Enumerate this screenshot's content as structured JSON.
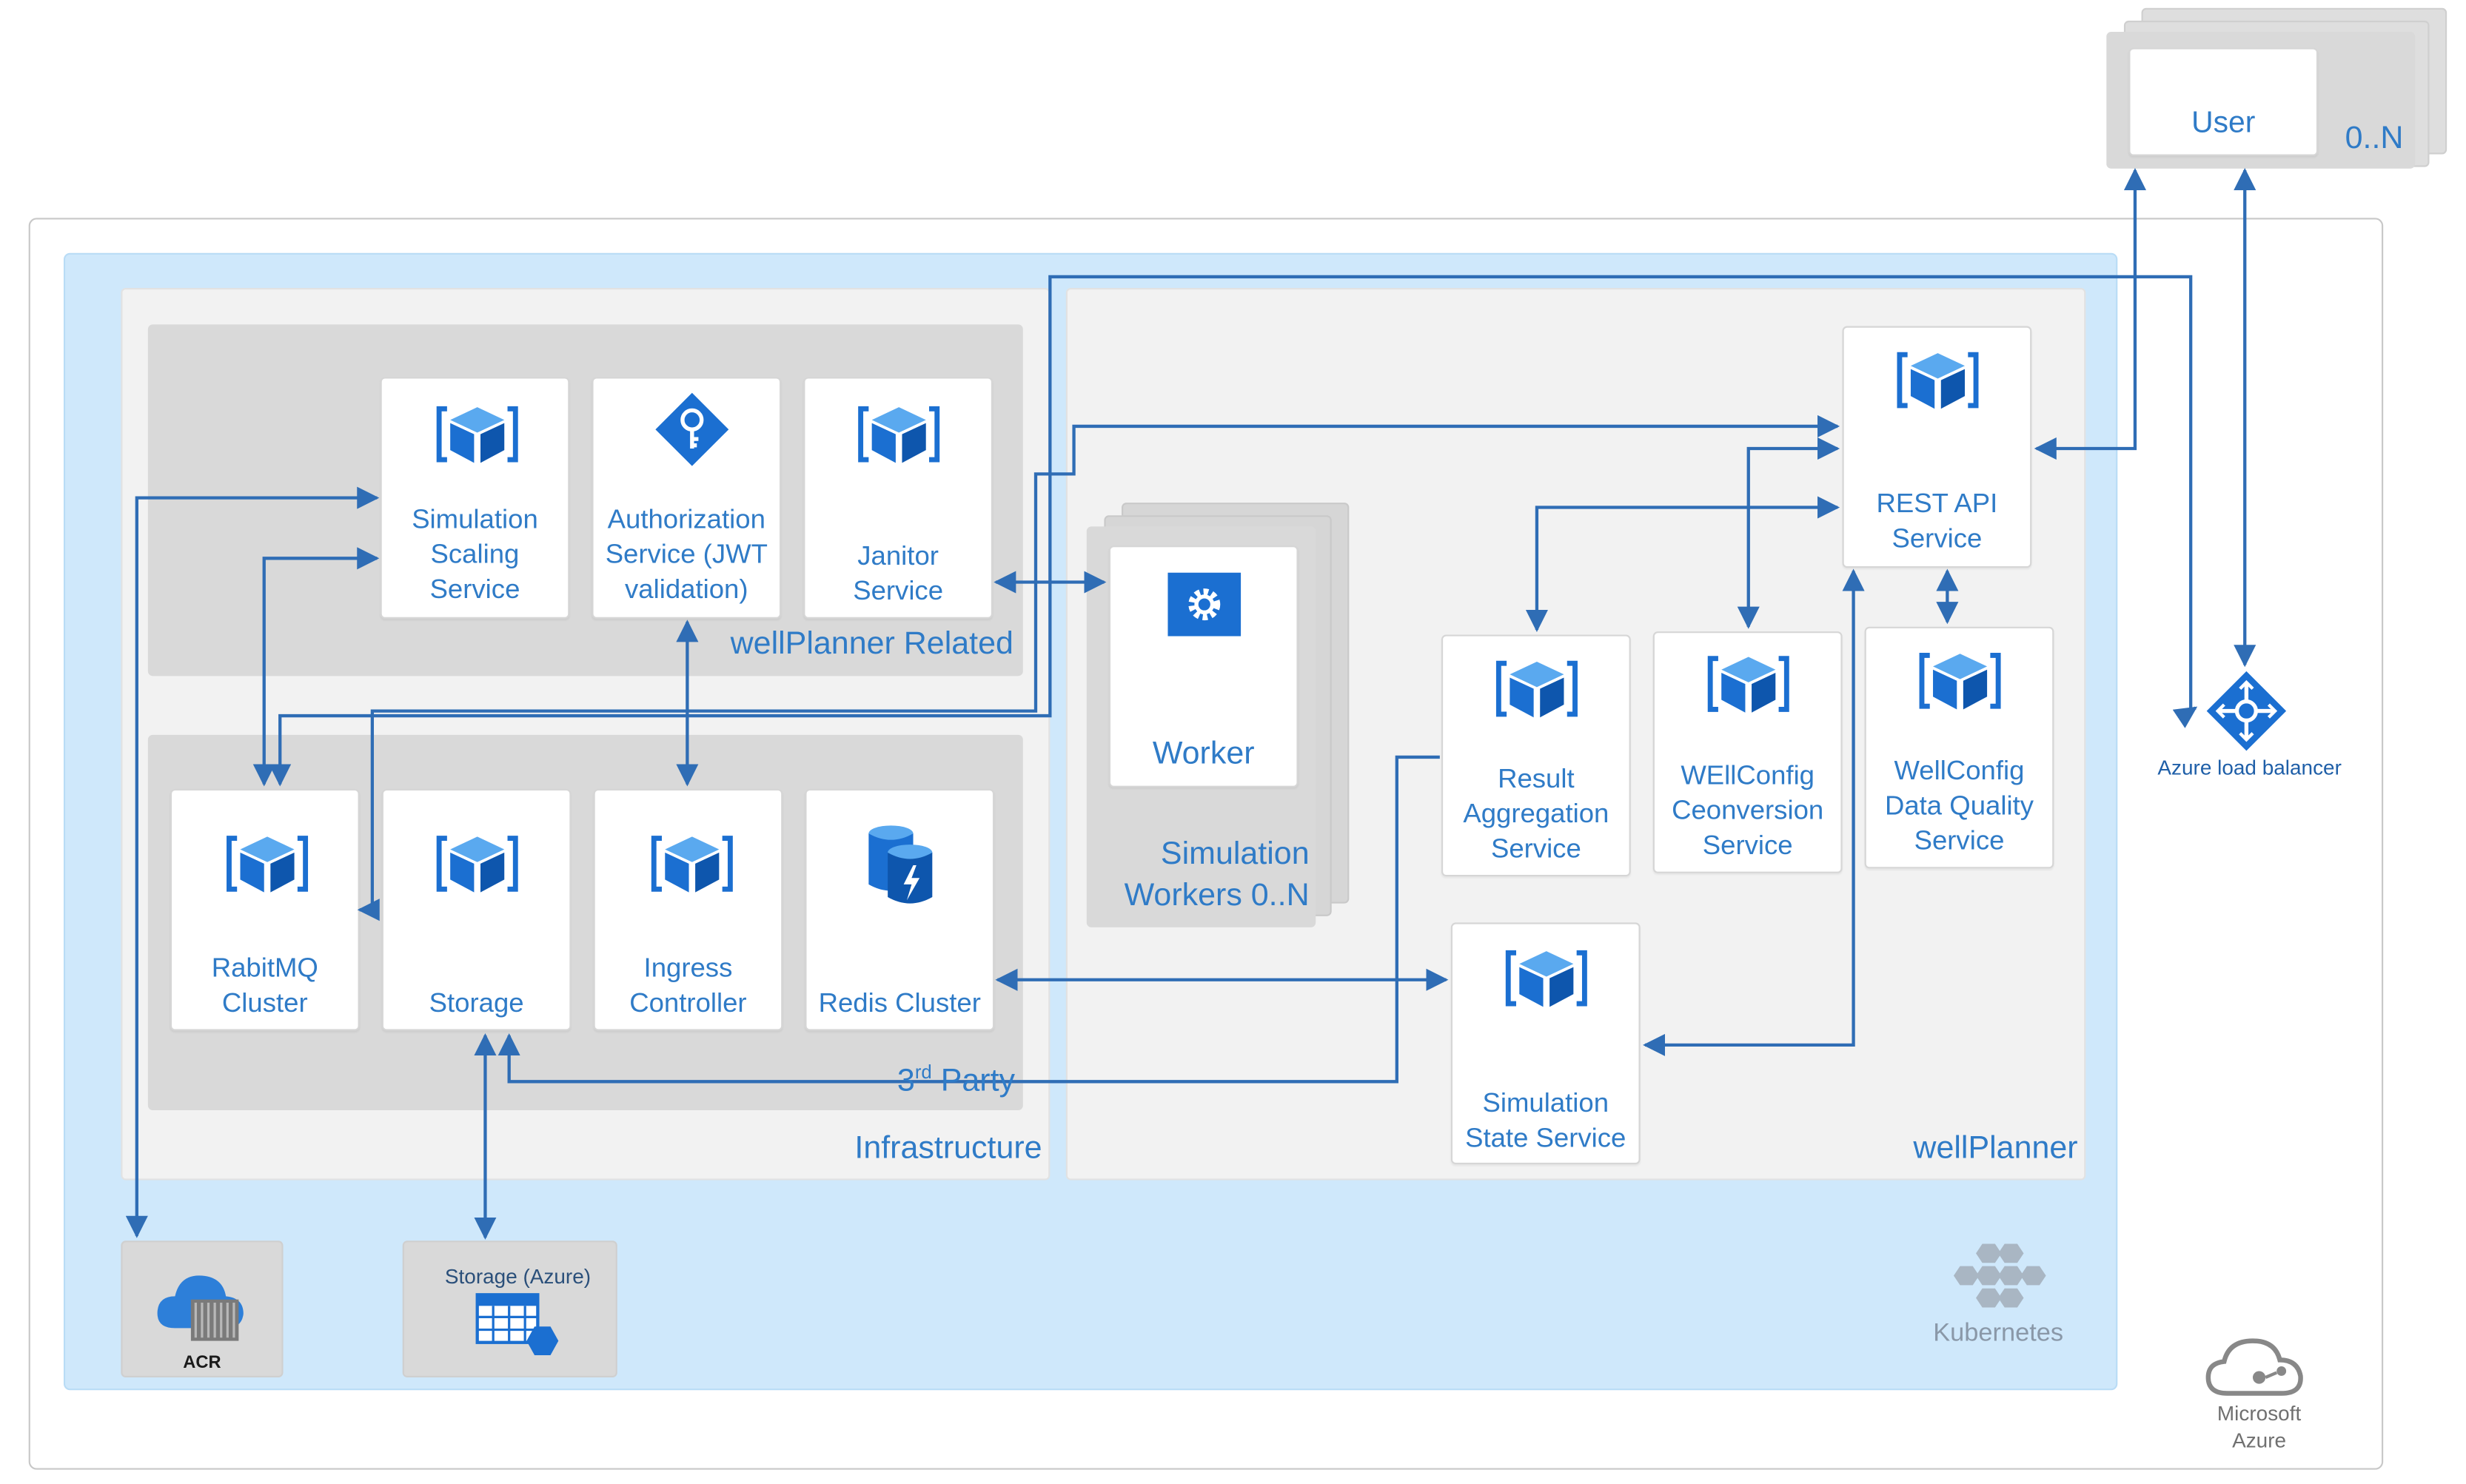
{
  "user": {
    "label": "User",
    "count": "0..N"
  },
  "groups": {
    "infrastructure": "Infrastructure",
    "wellplanner": "wellPlanner",
    "wellplanner_related": "wellPlanner Related",
    "third_party_prefix": "3",
    "third_party_sup": "rd",
    "third_party_suffix": " Party",
    "sim_workers_line1": "Simulation",
    "sim_workers_line2": "Workers 0..N"
  },
  "services": {
    "sim_scaling": "Simulation\nScaling\nService",
    "authorization": "Authorization\nService (JWT\nvalidation)",
    "janitor": "Janitor\nService",
    "rabbitmq": "RabitMQ\nCluster",
    "storage": "Storage",
    "ingress": "Ingress\nController",
    "redis": "Redis Cluster",
    "worker": "Worker",
    "rest_api": "REST API\nService",
    "result_agg": "Result\nAggregation\nService",
    "wellconfig_conv": "WEllConfig\nCeonversion\nService",
    "wellconfig_dq": "WellConfig\nData Quality\nService",
    "sim_state": "Simulation\nState Service"
  },
  "bottom": {
    "acr": "ACR",
    "storage_azure": "Storage (Azure)",
    "load_balancer": "Azure load balancer",
    "kubernetes": "Kubernetes",
    "ms_azure_line1": "Microsoft",
    "ms_azure_line2": "Azure"
  },
  "colors": {
    "accent": "#2f7bc7",
    "icon": "#1b6fd1",
    "k8s_bg": "#cfe8fb",
    "group_bg": "#d9d9d9",
    "panel_bg": "#f2f2f2"
  }
}
